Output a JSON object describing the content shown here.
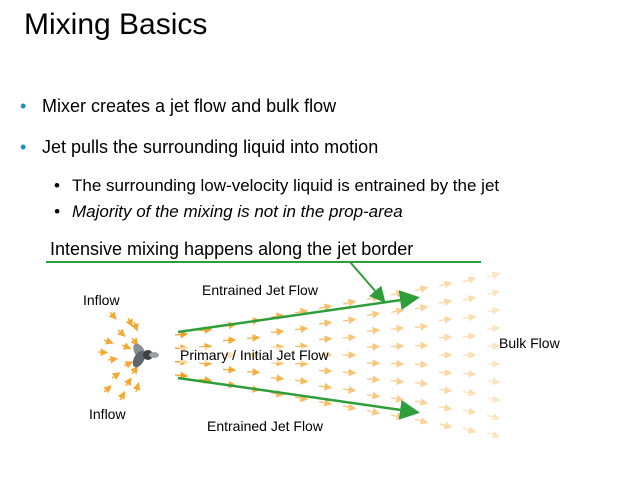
{
  "slide": {
    "title": "Mixing Basics",
    "bullets": [
      "Mixer creates a jet flow and bulk flow",
      "Jet pulls the surrounding liquid into motion"
    ],
    "sub_bullets": [
      "The surrounding low-velocity liquid is entrained by the jet",
      "Majority of the mixing is not in the prop-area"
    ],
    "highlight": "Intensive mixing happens along the jet border",
    "bullet_symbol": "•"
  },
  "diagram": {
    "labels": {
      "inflow_top": "Inflow",
      "inflow_bottom": "Inflow",
      "entrained_top": "Entrained Jet Flow",
      "entrained_bottom": "Entrained Jet Flow",
      "primary": "Primary / Initial Jet Flow",
      "bulk": "Bulk Flow"
    },
    "colors": {
      "bullet": "#1f8fc8",
      "border_line": "#2e9e3a",
      "flow_arrows": "#f5a020",
      "propeller": "#8a8f96"
    },
    "icons": [
      "propeller-icon"
    ]
  }
}
